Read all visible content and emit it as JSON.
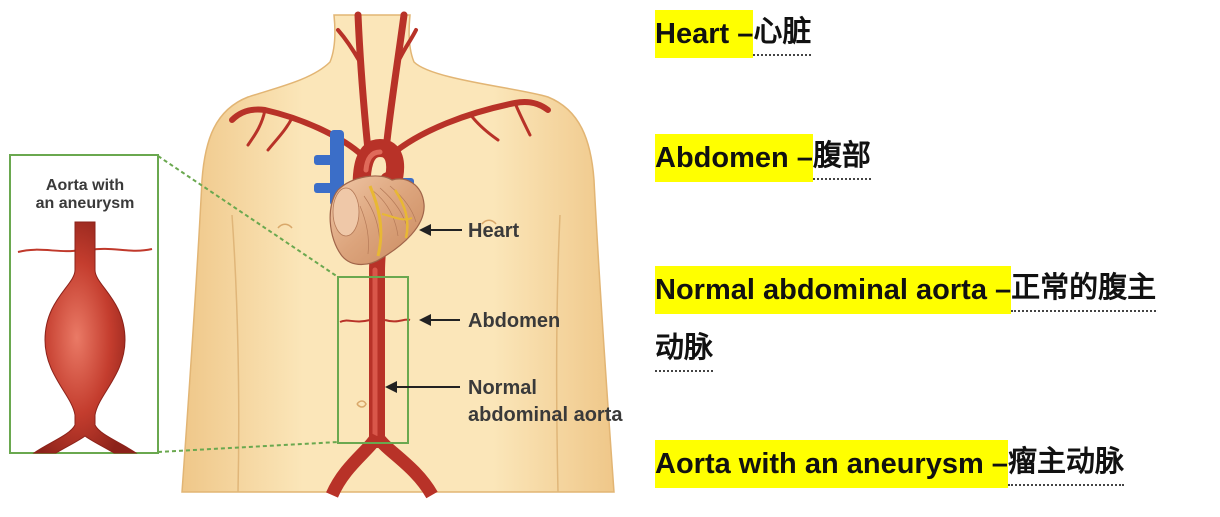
{
  "diagram": {
    "inset_title_line1": "Aorta with",
    "inset_title_line2": "an aneurysm",
    "labels": {
      "heart": "Heart",
      "abdomen": "Abdomen",
      "aorta_line1": "Normal",
      "aorta_line2": "abdominal aorta"
    }
  },
  "glossary": [
    {
      "term": "Heart –",
      "translation": "心脏"
    },
    {
      "term": "Abdomen –",
      "translation": "腹部"
    },
    {
      "term": "Normal abdominal aorta –",
      "translation": "正常的腹主",
      "translation_cont": "动脉"
    },
    {
      "term": "Aorta with an aneurysm –",
      "translation": "瘤主动脉"
    }
  ],
  "colors": {
    "highlight": "#ffff00",
    "frame_green": "#6aa84f",
    "artery": "#b83228",
    "vein": "#3b6ec8",
    "skin": "#fbe4b5"
  }
}
